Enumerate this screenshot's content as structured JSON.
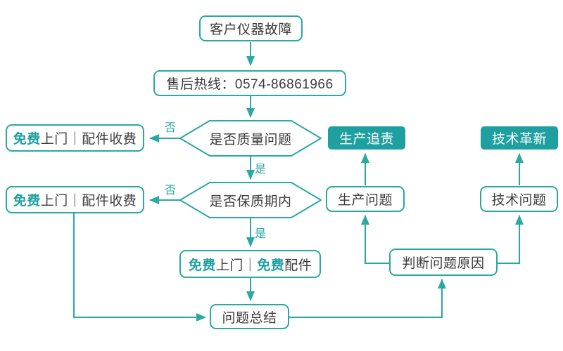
{
  "colors": {
    "line": "#2aa8a4",
    "fill": "#1fa0a0",
    "text": "#3b3b3b",
    "background": "#ffffff"
  },
  "nodes": {
    "customer_fault": {
      "label": "客户仪器故障"
    },
    "hotline": {
      "label": "售后热线：0574-86861966"
    },
    "decision_quality": {
      "label": "是否质量问题"
    },
    "decision_warranty": {
      "label": "是否保质期内"
    },
    "outcome_paid_1": {
      "seg": [
        "免费",
        "上门｜配件收费"
      ]
    },
    "outcome_paid_2": {
      "seg": [
        "免费",
        "上门｜配件收费"
      ]
    },
    "outcome_free": {
      "seg": [
        "免费",
        "上门｜",
        "免费",
        "配件"
      ]
    },
    "summary": {
      "label": "问题总结"
    },
    "judge_cause": {
      "label": "判断问题原因"
    },
    "production_issue": {
      "label": "生产问题"
    },
    "production_accountability": {
      "label": "生产追责"
    },
    "tech_issue": {
      "label": "技术问题"
    },
    "tech_innovation": {
      "label": "技术革新"
    }
  },
  "edge_labels": {
    "quality_no": "否",
    "quality_yes": "是",
    "warranty_no": "否",
    "warranty_yes": "是"
  }
}
